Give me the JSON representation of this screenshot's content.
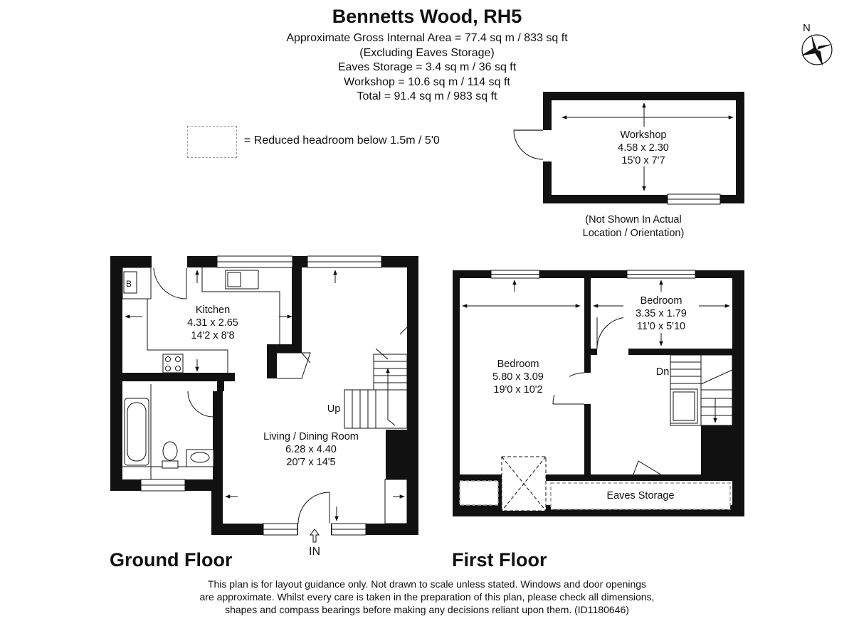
{
  "header": {
    "title": "Bennetts Wood, RH5",
    "lines": [
      "Approximate Gross Internal Area = 77.4 sq m / 833 sq ft",
      "(Excluding Eaves Storage)",
      "Eaves Storage = 3.4 sq m / 36 sq ft",
      "Workshop = 10.6 sq m / 114 sq ft",
      "Total = 91.4 sq m / 983 sq ft"
    ]
  },
  "legend": {
    "text": "= Reduced headroom below 1.5m / 5'0"
  },
  "compass": {
    "label": "N"
  },
  "workshop": {
    "name": "Workshop",
    "metric": "4.58 x 2.30",
    "imperial": "15'0 x 7'7",
    "note_line1": "(Not Shown In Actual",
    "note_line2": "Location / Orientation)"
  },
  "ground_floor": {
    "label": "Ground Floor",
    "kitchen": {
      "name": "Kitchen",
      "metric": "4.31 x 2.65",
      "imperial": "14'2 x 8'8"
    },
    "living": {
      "name": "Living / Dining Room",
      "metric": "6.28 x 4.40",
      "imperial": "20'7 x 14'5"
    },
    "boiler": "B",
    "stairs": "Up",
    "entrance": "IN"
  },
  "first_floor": {
    "label": "First Floor",
    "bedroom1": {
      "name": "Bedroom",
      "metric": "5.80 x 3.09",
      "imperial": "19'0 x 10'2"
    },
    "bedroom2": {
      "name": "Bedroom",
      "metric": "3.35 x 1.79",
      "imperial": "11'0 x 5'10"
    },
    "eaves": "Eaves Storage",
    "stairs": "Dn"
  },
  "disclaimer": [
    "This plan is for layout guidance only. Not drawn to scale unless stated. Windows and door openings",
    "are approximate. Whilst every care is taken in the preparation of this plan, please check all dimensions,",
    "shapes and compass bearings before making any decisions reliant upon them. (ID1180646)"
  ]
}
